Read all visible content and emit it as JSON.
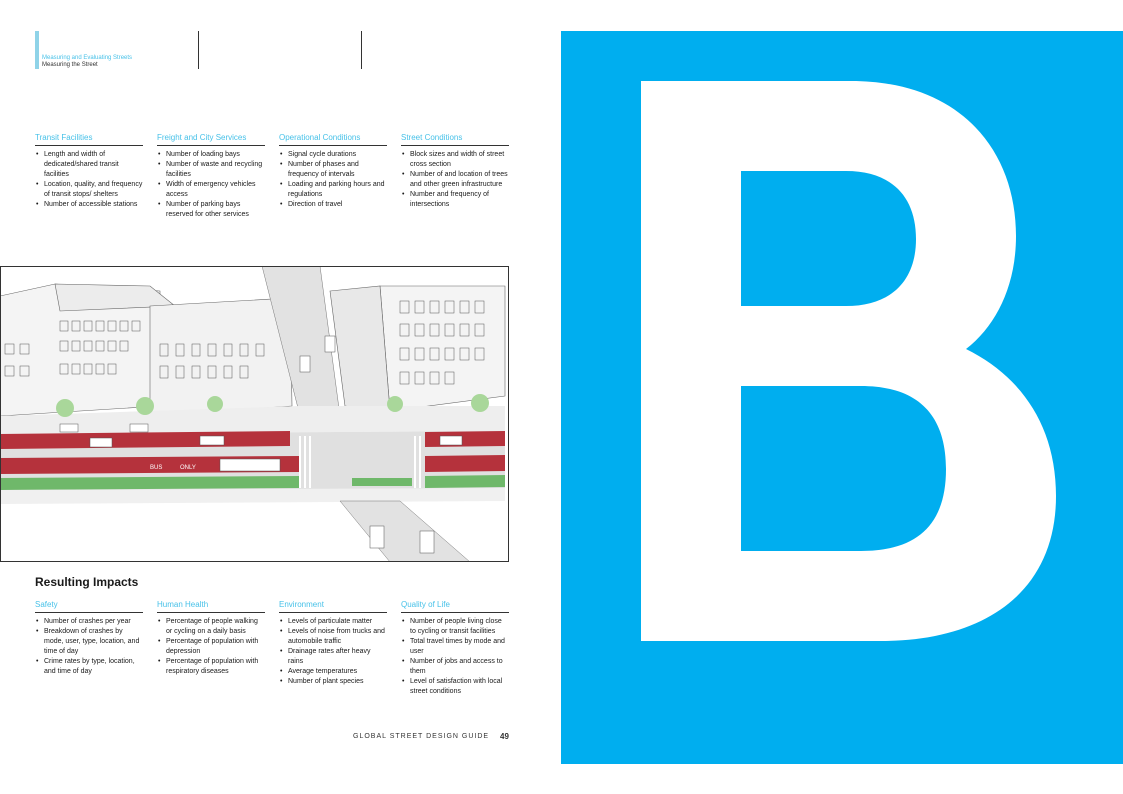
{
  "header": {
    "section": "Measuring and Evaluating Streets",
    "subsection": "Measuring the Street"
  },
  "metrics": [
    {
      "heading": "Transit Facilities",
      "items": [
        "Length and width of dedicated/shared transit facilities",
        "Location, quality, and frequency of transit stops/ shelters",
        "Number of accessible stations"
      ]
    },
    {
      "heading": "Freight and City Services",
      "items": [
        "Number of loading bays",
        "Number of waste and recycling facilities",
        "Width of emergency vehicles access",
        "Number of parking bays reserved for other services"
      ]
    },
    {
      "heading": "Operational Conditions",
      "items": [
        "Signal cycle durations",
        "Number of phases and frequency of intervals",
        "Loading and parking hours and regulations",
        "Direction of travel"
      ]
    },
    {
      "heading": "Street Conditions",
      "items": [
        "Block sizes and width of street cross section",
        "Number of and location of trees and other green infrastructure",
        "Number and frequency of intersections"
      ]
    }
  ],
  "illustration": {
    "lane_marking_1": "BUS",
    "lane_marking_2": "ONLY"
  },
  "impacts": {
    "title": "Resulting Impacts",
    "columns": [
      {
        "heading": "Safety",
        "items": [
          "Number of crashes per year",
          "Breakdown of crashes by mode, user, type, location, and time of day",
          "Crime rates by type, location, and time of day"
        ]
      },
      {
        "heading": "Human Health",
        "items": [
          "Percentage of people walking or cycling on a daily basis",
          "Percentage of population with depression",
          "Percentage of population with respiratory diseases"
        ]
      },
      {
        "heading": "Environment",
        "items": [
          "Levels of particulate matter",
          "Levels of noise from trucks and automobile traffic",
          "Drainage rates after heavy rains",
          "Average temperatures",
          "Number of plant species"
        ]
      },
      {
        "heading": "Quality of Life",
        "items": [
          "Number of people living close to cycling or transit facilities",
          "Total travel times by mode and user",
          "Number of jobs and access to them",
          "Level of satisfaction with local street conditions"
        ]
      }
    ]
  },
  "footer": {
    "title": "GLOBAL STREET DESIGN GUIDE",
    "page": "49"
  },
  "chapter": {
    "letter": "B",
    "color": "#00aeef"
  },
  "colors": {
    "accent": "#47c1e8",
    "bus_lane": "#b5323c",
    "bike_lane": "#6fb86a",
    "tree": "#a9d79a"
  }
}
